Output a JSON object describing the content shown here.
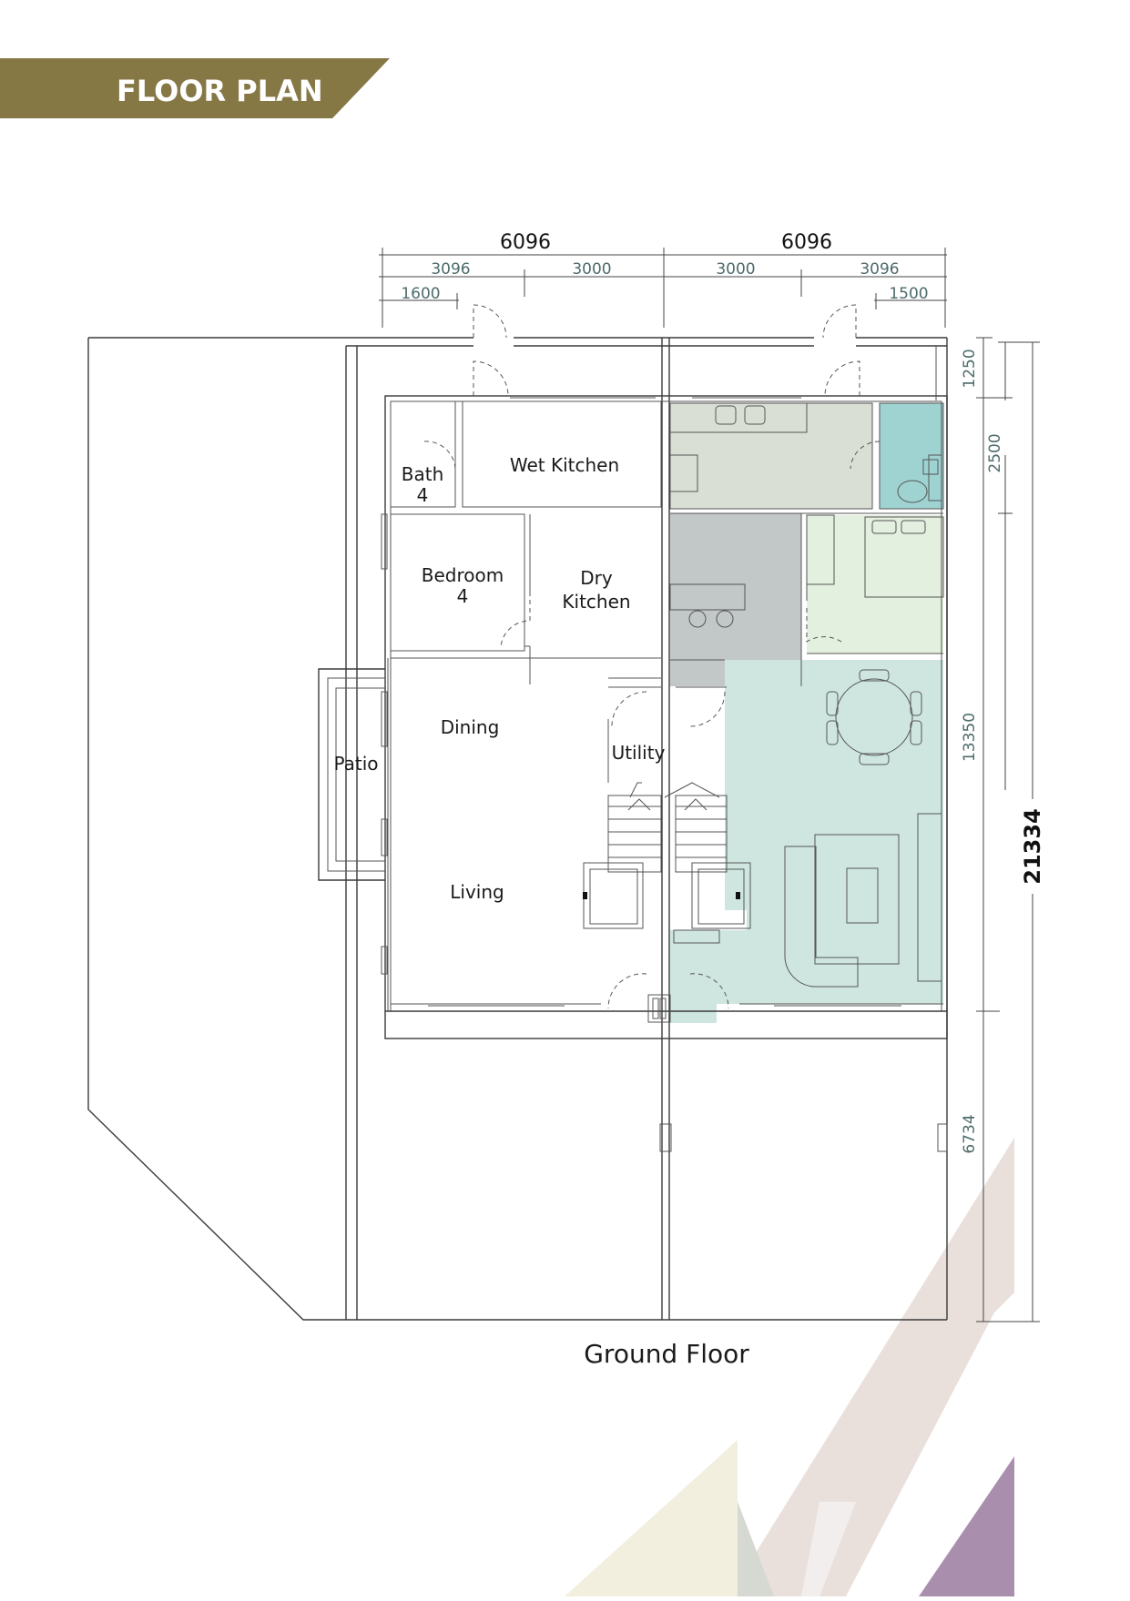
{
  "header": {
    "title": "FLOOR PLAN"
  },
  "plan": {
    "caption": "Ground Floor",
    "rooms": {
      "bath": "Bath",
      "bath_num": "4",
      "wet_kitchen": "Wet Kitchen",
      "bedroom": "Bedroom",
      "bedroom_num": "4",
      "dry_kitchen_1": "Dry",
      "dry_kitchen_2": "Kitchen",
      "dining": "Dining",
      "utility": "Utility",
      "patio": "Patio",
      "living": "Living"
    },
    "dimensions": {
      "top_left_total": "6096",
      "top_right_total": "6096",
      "top_left_a": "3096",
      "top_left_b": "3000",
      "top_right_a": "3000",
      "top_right_b": "3096",
      "offset_left": "1600",
      "offset_right": "1500",
      "right_1250": "1250",
      "right_2500": "2500",
      "right_13350": "13350",
      "right_6734": "6734",
      "overall_depth": "21334"
    }
  },
  "colors": {
    "banner": "#867845",
    "wet_kitchen_fill": "#d9dfd5",
    "bath_fill": "#9fd3d2",
    "dry_kitchen_fill": "#c2c7c8",
    "bedroom_fill": "#e3efdf",
    "living_fill": "#cfe6e0",
    "deco_purple": "#a98fad",
    "deco_beige": "#e9e0dc",
    "deco_cream": "#f2efdf"
  }
}
